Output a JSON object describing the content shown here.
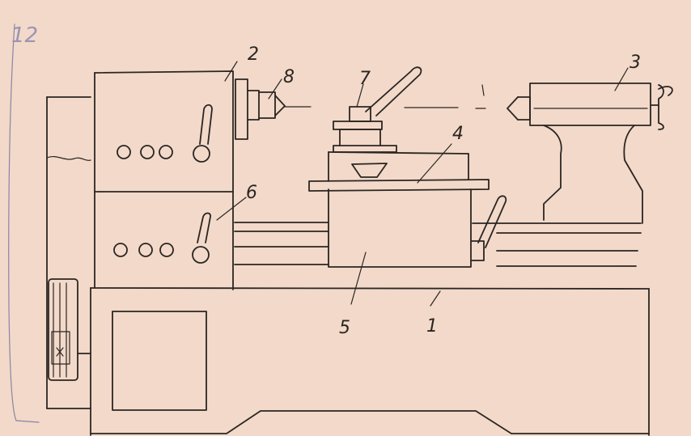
{
  "page_number": "12",
  "callouts": [
    {
      "id": "bed",
      "text": "1"
    },
    {
      "id": "headstock",
      "text": "2"
    },
    {
      "id": "tailstock",
      "text": "3"
    },
    {
      "id": "cross-slide",
      "text": "4"
    },
    {
      "id": "apron",
      "text": "5"
    },
    {
      "id": "gearbox",
      "text": "6"
    },
    {
      "id": "tool-post",
      "text": "7"
    },
    {
      "id": "spindle-chuck",
      "text": "8"
    }
  ],
  "colors": {
    "paper": "#f2d9c9",
    "ink": "#2b2522",
    "pencil": "#9a95b3"
  }
}
